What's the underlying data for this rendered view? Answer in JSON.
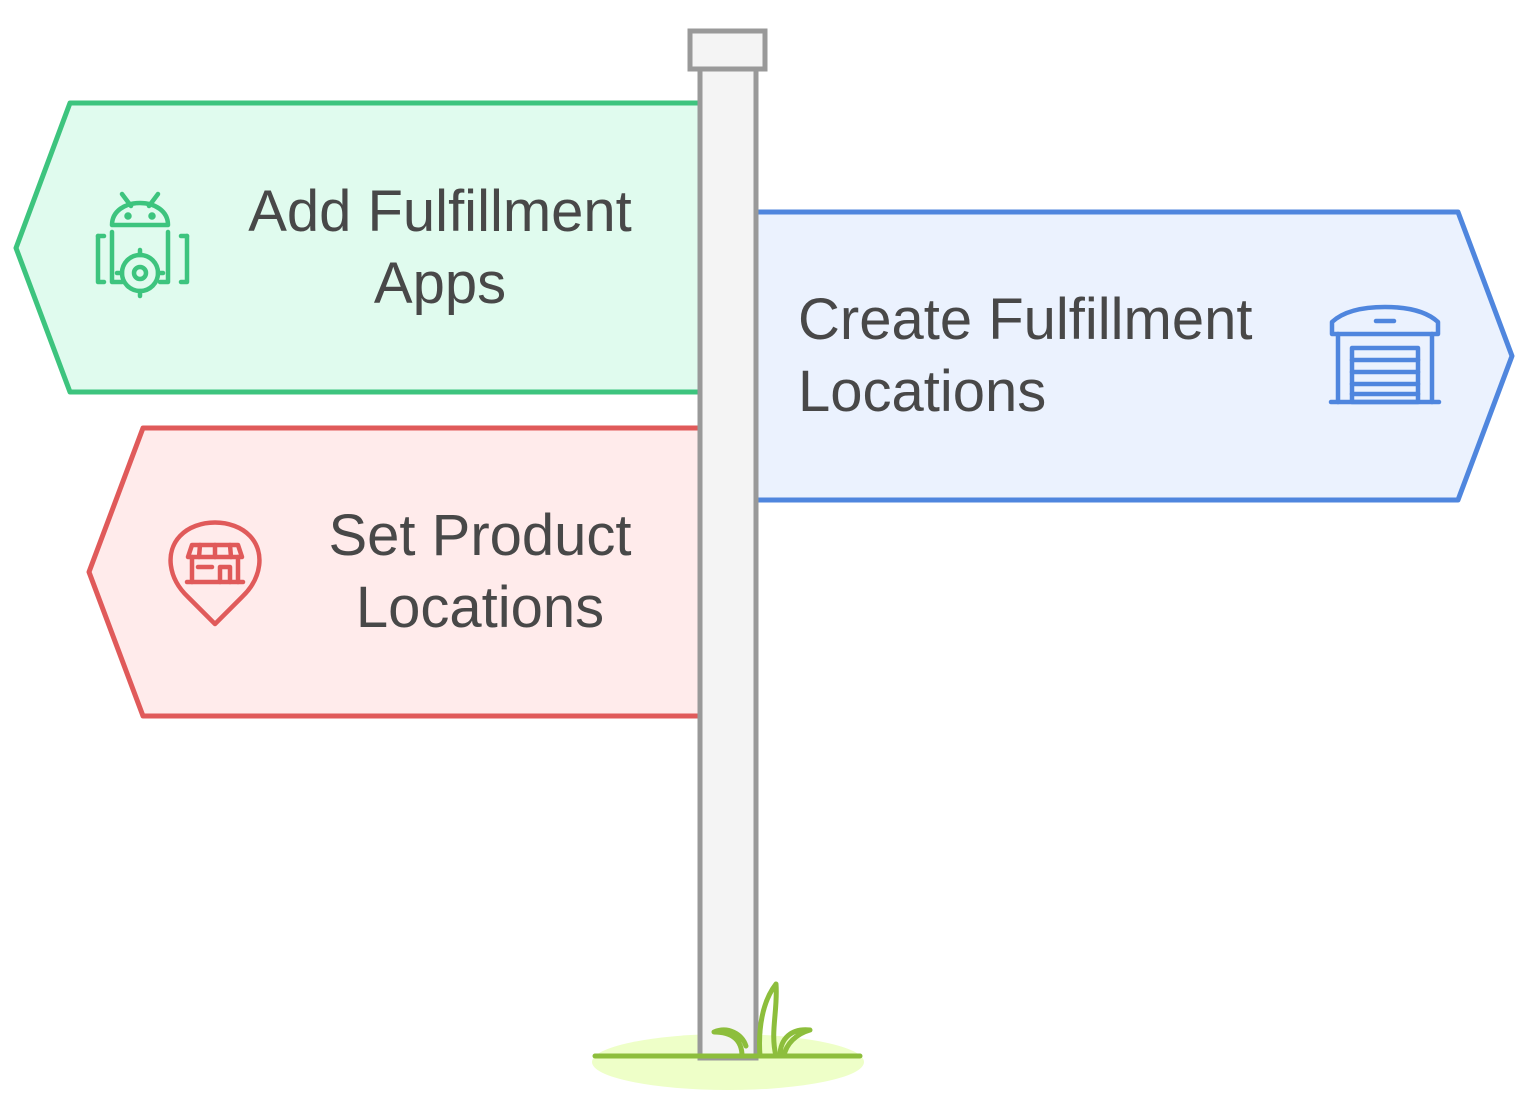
{
  "signs": [
    {
      "id": "add-fulfillment-apps",
      "lines": [
        "Add Fulfillment",
        "Apps"
      ],
      "icon": "android-gear-icon",
      "direction": "left",
      "fill": "#E0FBEE",
      "stroke": "#3DC47E"
    },
    {
      "id": "create-fulfillment-locations",
      "lines": [
        "Create Fulfillment",
        "Locations"
      ],
      "icon": "warehouse-icon",
      "direction": "right",
      "fill": "#EBF2FE",
      "stroke": "#4F86DE"
    },
    {
      "id": "set-product-locations",
      "lines": [
        "Set Product",
        "Locations"
      ],
      "icon": "store-location-pin-icon",
      "direction": "left",
      "fill": "#FFEBEB",
      "stroke": "#E05A5A"
    }
  ],
  "post": {
    "fill": "#F4F4F4",
    "stroke": "#999999"
  },
  "grass": {
    "stroke": "#8DBE3C",
    "ground_fill": "#EEFFC8"
  }
}
